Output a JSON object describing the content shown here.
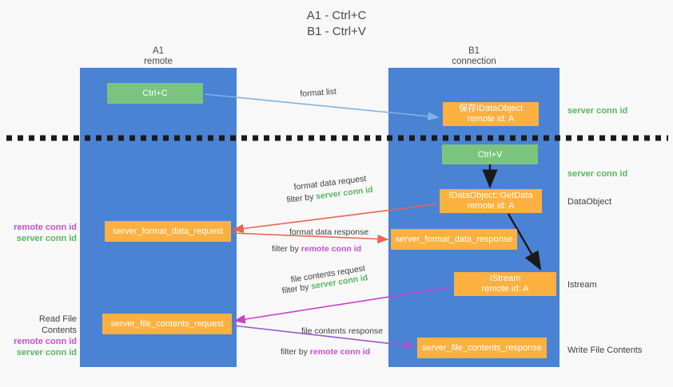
{
  "title": {
    "line1": "A1 - Ctrl+C",
    "line2": "B1 - Ctrl+V"
  },
  "lanes": [
    {
      "id": "a1",
      "name": "A1",
      "sub": "remote",
      "color": "#4a83d4"
    },
    {
      "id": "b1",
      "name": "B1",
      "sub": "connection",
      "color": "#4a83d4"
    }
  ],
  "boxes": {
    "ctrl_c": {
      "label": "Ctrl+C",
      "color": "#7ac47f"
    },
    "save_idataobject": {
      "line1": "保存IDataObject",
      "line2": "remote id: A",
      "color": "#fbb040"
    },
    "ctrl_v": {
      "label": "Ctrl+V",
      "color": "#7ac47f"
    },
    "getdata": {
      "line1": "IDataObject::GetData",
      "line2": "remote id: A",
      "color": "#fbb040"
    },
    "server_format_data_request": {
      "label": "server_format_data_request",
      "color": "#fbb040"
    },
    "server_format_data_response": {
      "label": "server_format_data_response",
      "color": "#fbb040"
    },
    "istream": {
      "line1": "IStream",
      "line2": "remote id: A",
      "color": "#fbb040"
    },
    "server_file_contents_request": {
      "label": "server_file_contents_request",
      "color": "#fbb040"
    },
    "server_file_contents_response": {
      "label": "server_file_contents_response",
      "color": "#fbb040"
    }
  },
  "right_labels": {
    "server_conn_id_1": "server conn id",
    "server_conn_id_2": "server conn id",
    "dataobject": "DataObject",
    "istream": "Istream",
    "write_file_contents": "Write File Contents"
  },
  "left_labels": {
    "remote_conn_id_1": "remote conn id",
    "server_conn_id_1": "server conn id",
    "read_file_contents": "Read File Contents",
    "remote_conn_id_2": "remote conn id",
    "server_conn_id_2": "server conn id"
  },
  "arrow_labels": {
    "format_list": "format list",
    "format_data_request": "format data request",
    "filter_by_prefix_1": "filter by ",
    "filter_value_1": "server conn id",
    "format_data_response": "format data response",
    "filter_by_prefix_2": "filter by ",
    "filter_value_2": "remote conn id",
    "file_contents_request": "file contents request",
    "filter_by_prefix_3": "filter by ",
    "filter_value_3": "server conn id",
    "file_contents_response": "file contents response",
    "filter_by_prefix_4": "filter by ",
    "filter_value_4": "remote conn id"
  },
  "colors": {
    "lane_blue": "#4a83d4",
    "green": "#7ac47f",
    "orange": "#fbb040",
    "green_text": "#57b661",
    "magenta_text": "#c64fd0",
    "arrow_blue": "#7fb2e5",
    "arrow_red": "#e8654f",
    "arrow_magenta": "#cc3fcc",
    "arrow_purple": "#9b59c9",
    "arrow_black": "#1a1a1a",
    "divider": "#1a1a1a"
  }
}
